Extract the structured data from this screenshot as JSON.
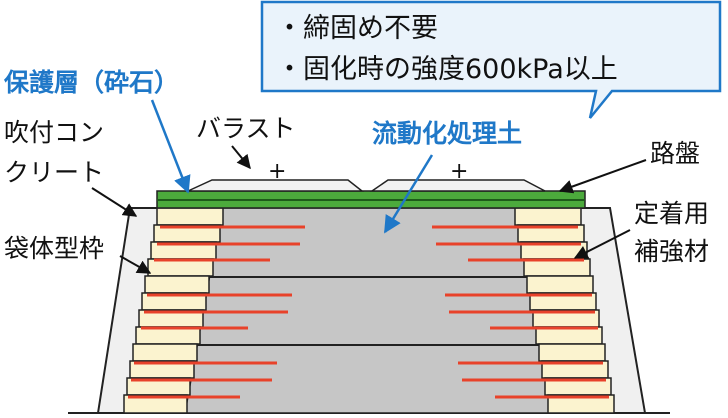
{
  "callout": {
    "line1": "・締固め不要",
    "line2": "・固化時の強度600kPa以上"
  },
  "labels": {
    "protective_layer": "保護層（砕石）",
    "sprayed_concrete_1": "吹付コン",
    "sprayed_concrete_2": "クリート",
    "ballast": "バラスト",
    "fluidized_soil": "流動化処理土",
    "roadbed": "路盤",
    "bag_form": "袋体型枠",
    "anchor_1": "定着用",
    "anchor_2": "補強材",
    "plus_left": "+",
    "plus_right": "+"
  },
  "colors": {
    "blue_label": "#1f78c8",
    "callout_border": "#1f78c8",
    "callout_fill": "#eaf3fb",
    "green_layer": "#4caa3c",
    "fill_soil": "#c6c6c6",
    "bag_fill": "#fbf3cf",
    "reinforcement": "#e8422a",
    "outer_shell": "#f0f0f0"
  }
}
